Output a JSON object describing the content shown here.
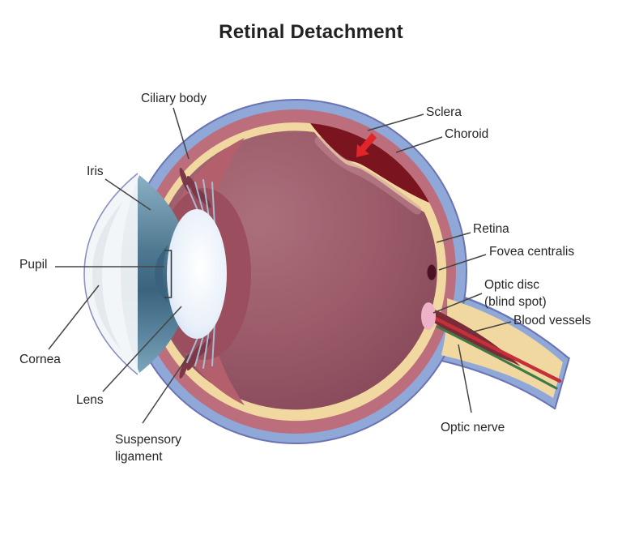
{
  "title": "Retinal Detachment",
  "labels": {
    "ciliary_body": "Ciliary body",
    "iris": "Iris",
    "pupil": "Pupil",
    "cornea": "Cornea",
    "lens": "Lens",
    "suspensory_line1": "Suspensory",
    "suspensory_line2": "ligament",
    "sclera": "Sclera",
    "choroid": "Choroid",
    "retina": "Retina",
    "fovea_centralis": "Fovea centralis",
    "optic_disc_line1": "Optic disc",
    "optic_disc_line2": "(blind spot)",
    "blood_vessels": "Blood vessels",
    "optic_nerve": "Optic nerve"
  },
  "colors": {
    "sclera_blue": "#8fa8d8",
    "outline_purple": "#6b73b3",
    "choroid_pink": "#bd6e7c",
    "ciliary_red": "#b4606c",
    "slit_red": "#7c3847",
    "retina_cream": "#f1d8a1",
    "vitreous_main": "#9d5d6b",
    "vitreous_light": "#ab6f7b",
    "vitreous_dark": "#7f4355",
    "pocket_dark": "#7a141f",
    "arrow_red": "#e3242b",
    "iris_teal_dark": "#3a647e",
    "iris_teal_light": "#8cb0c4",
    "lens_blue": "#d3e2f4",
    "lens_crescent": "#3a627c",
    "cornea_white": "#f2f5f8",
    "disc_pink": "#eeb2c8",
    "fovea_dark": "#4d1125",
    "vessel_red": "#c53038",
    "vessel_green": "#3f7a46",
    "zonule_blue": "#a8c6dc",
    "wedge_maroon": "#7b2b38",
    "label_text": "#262626",
    "leader_gray": "#454545"
  }
}
